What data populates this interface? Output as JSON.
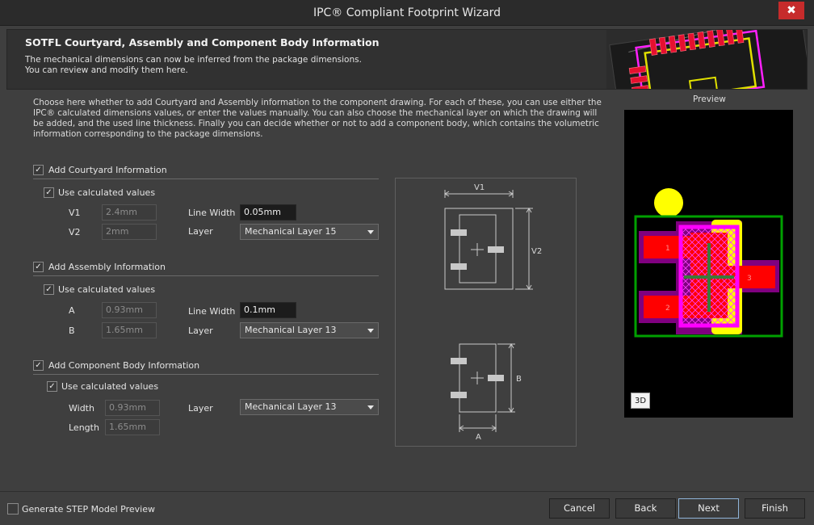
{
  "window": {
    "title": "IPC® Compliant Footprint Wizard",
    "close_glyph": "✖"
  },
  "header": {
    "title": "SOTFL Courtyard, Assembly and Component Body Information",
    "subtitle_line1": "The mechanical dimensions can now be inferred from the package dimensions.",
    "subtitle_line2": "You can review and modify them here."
  },
  "intro": "Choose here whether to add Courtyard and Assembly information to the component drawing. For each of these, you can use either the IPC® calculated dimensions values, or enter the values manually. You can also choose the mechanical layer on which the drawing will be added, and the used line thickness. Finally you can decide whether or not to add a component body, which contains the volumetric information corresponding to the package dimensions.",
  "courtyard": {
    "label": "Add Courtyard Information",
    "checked": true,
    "use_calc_label": "Use calculated values",
    "v1_label": "V1",
    "v1_value": "2.4mm",
    "v2_label": "V2",
    "v2_value": "2mm",
    "line_width_label": "Line Width",
    "line_width_value": "0.05mm",
    "layer_label": "Layer",
    "layer_value": "Mechanical Layer 15"
  },
  "assembly": {
    "label": "Add Assembly Information",
    "checked": true,
    "use_calc_label": "Use calculated values",
    "a_label": "A",
    "a_value": "0.93mm",
    "b_label": "B",
    "b_value": "1.65mm",
    "line_width_label": "Line Width",
    "line_width_value": "0.1mm",
    "layer_label": "Layer",
    "layer_value": "Mechanical Layer 13"
  },
  "body": {
    "label": "Add Component Body Information",
    "checked": true,
    "use_calc_label": "Use calculated values",
    "width_label": "Width",
    "width_value": "0.93mm",
    "length_label": "Length",
    "length_value": "1.65mm",
    "layer_label": "Layer",
    "layer_value": "Mechanical Layer 13"
  },
  "diagram": {
    "v1": "V1",
    "v2": "V2",
    "a": "A",
    "b": "B"
  },
  "preview": {
    "label": "Preview",
    "pad_labels": [
      "1",
      "2",
      "3"
    ],
    "btn_3d": "3D",
    "colors": {
      "top_layer": "#ff0000",
      "silk": "#ffff00",
      "courtyard": "#00a000",
      "assembly": "#ff00ff",
      "paste": "#800080",
      "body": "#3c7a3c"
    }
  },
  "footer": {
    "step_preview_label": "Generate STEP Model Preview",
    "step_checked": false,
    "cancel": "Cancel",
    "back": "Back",
    "next": "Next",
    "finish": "Finish"
  }
}
